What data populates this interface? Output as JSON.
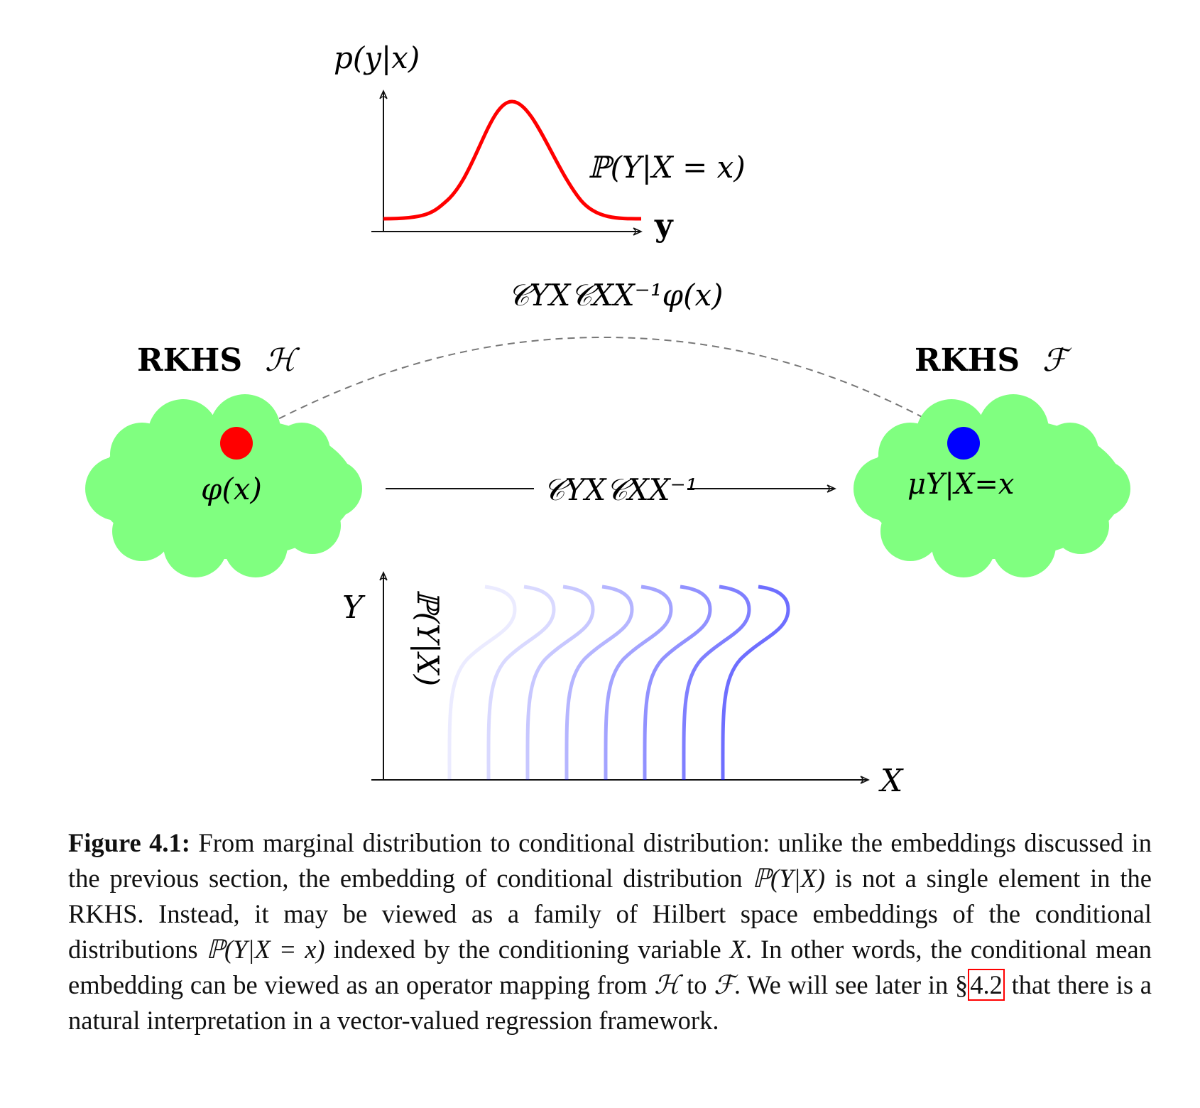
{
  "top_plot": {
    "y_axis_label": "p(y|x)",
    "x_axis_label": "y",
    "curve_label": "ℙ(Y|X = x)",
    "curve_color": "#ff0000"
  },
  "operator_top": "𝒞YX𝒞XX⁻¹φ(x)",
  "operator_middle": "𝒞YX𝒞XX⁻¹",
  "rkhs_left": {
    "title": "RKHS",
    "space_symbol": "ℋ",
    "point_label": "φ(x)",
    "point_color": "#ff0000",
    "cloud_color": "#80ff80"
  },
  "rkhs_right": {
    "title": "RKHS",
    "space_symbol": "ℱ",
    "point_label": "μY|X=x",
    "point_color": "#0000ff",
    "cloud_color": "#80ff80"
  },
  "bottom_plot": {
    "y_axis_label": "Y",
    "x_axis_label": "X",
    "rotated_label": "ℙ(Y|X)",
    "curve_color": "#0000ff",
    "curve_opacities": [
      0.08,
      0.15,
      0.22,
      0.29,
      0.36,
      0.43,
      0.5,
      0.57
    ]
  },
  "caption": {
    "label": "Figure 4.1:",
    "text_1": "From marginal distribution to conditional distribution: unlike the embeddings discussed in the previous section, the embedding of conditional distribution ",
    "math_1": "ℙ(Y|X)",
    "text_2": " is not a single element in the RKHS. Instead, it may be viewed as a family of Hilbert space embeddings of the conditional distributions ",
    "math_2": "ℙ(Y|X = x)",
    "text_3": " indexed by the conditioning variable ",
    "math_3": "X",
    "text_4": ". In other words, the conditional mean embedding can be viewed as an operator mapping from ",
    "math_4": "ℋ",
    "text_5": " to ",
    "math_5": "ℱ",
    "text_6": ". We will see later in §",
    "section_ref": "4.2",
    "text_7": " that there is a natural interpretation in a vector-valued regression framework."
  }
}
